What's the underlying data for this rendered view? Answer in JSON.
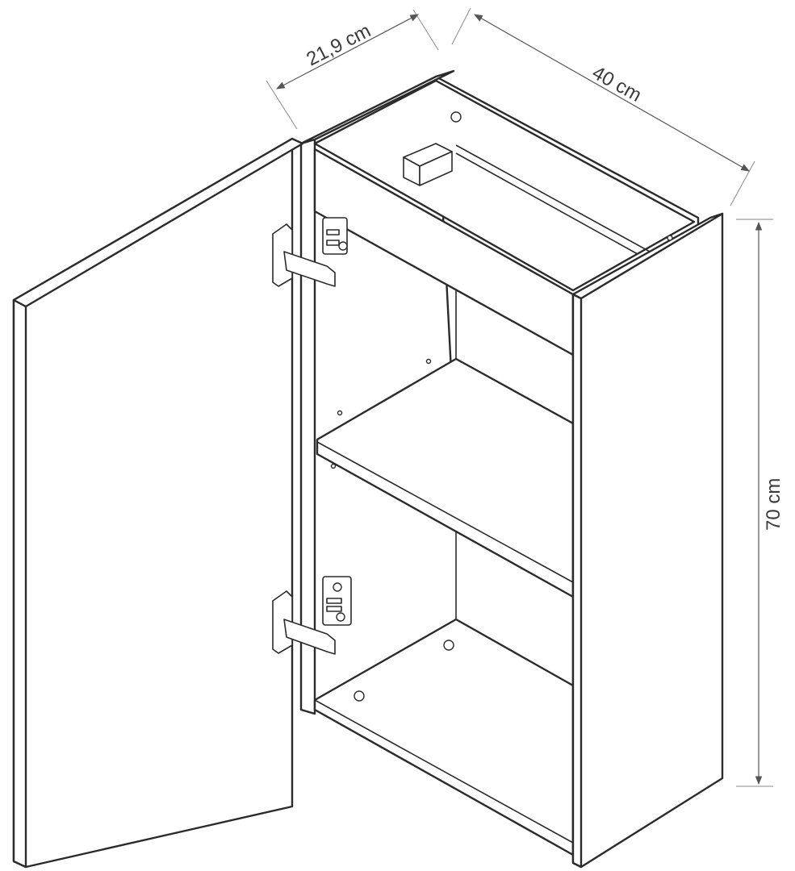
{
  "dimensions": {
    "depth": "21,9 cm",
    "width": "40 cm",
    "height": "70 cm"
  },
  "colors": {
    "line": "#2b2b2b",
    "dimension": "#555555",
    "background": "#ffffff"
  }
}
